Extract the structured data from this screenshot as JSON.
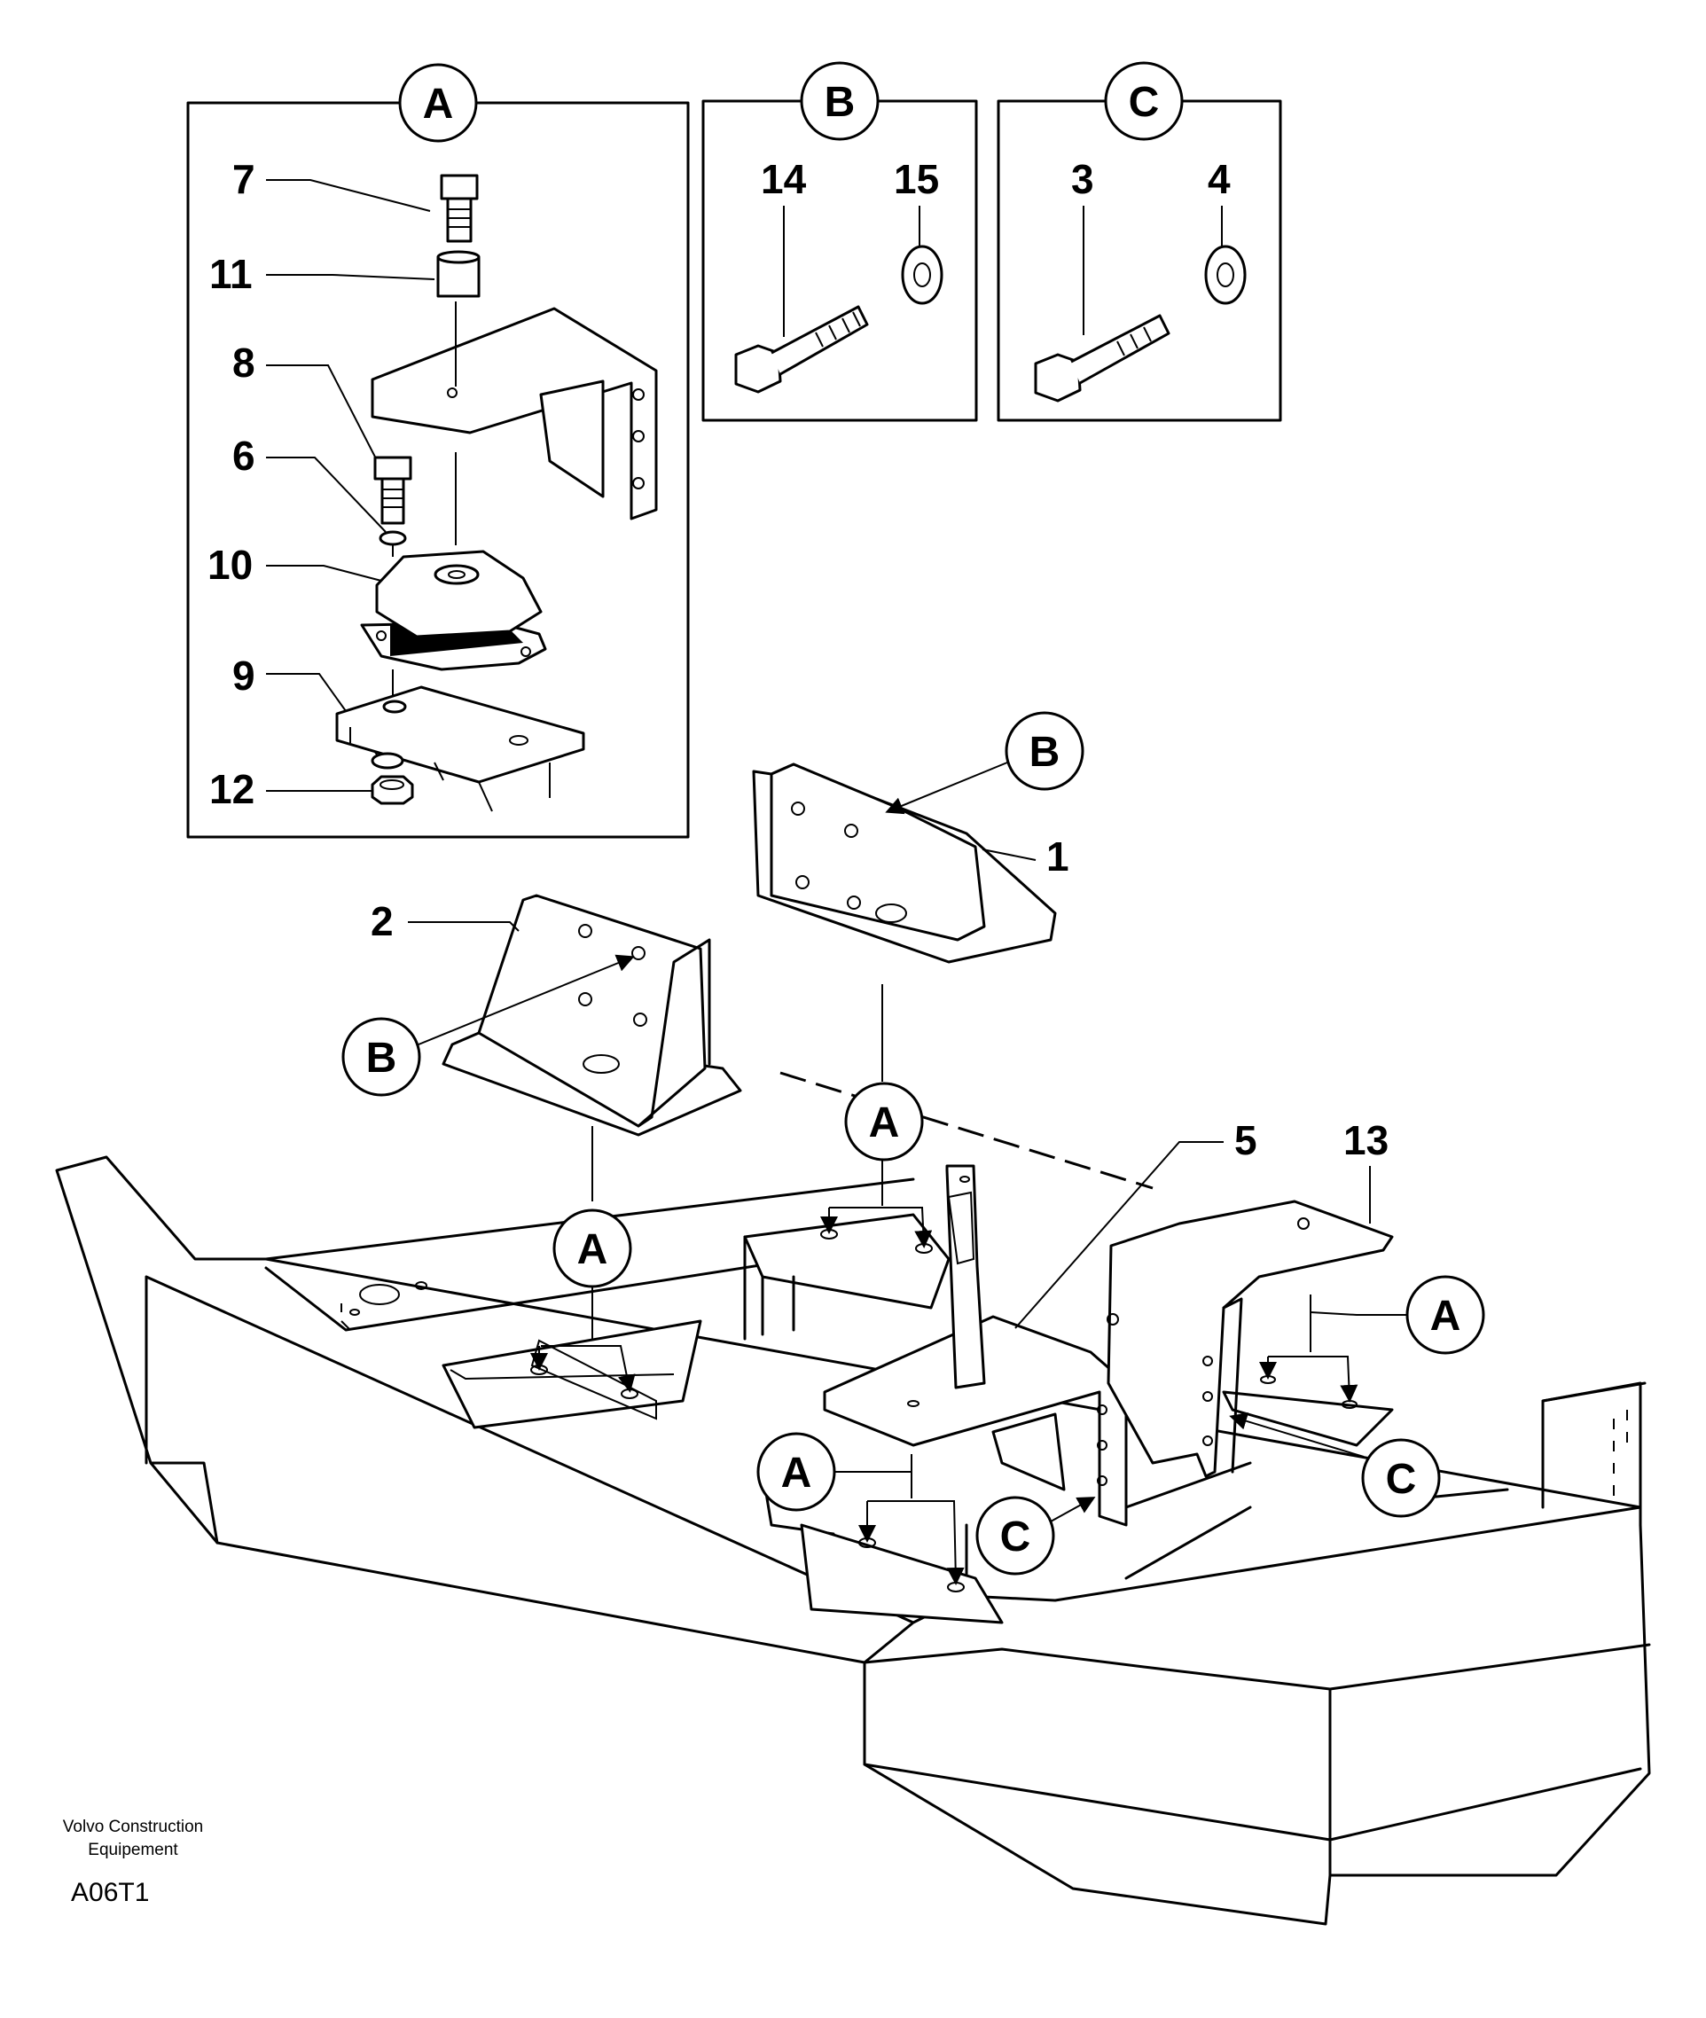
{
  "detail_panels": {
    "a": {
      "letter": "A",
      "items": [
        "7",
        "11",
        "8",
        "6",
        "10",
        "9",
        "12"
      ]
    },
    "b": {
      "letter": "B",
      "items": [
        "14",
        "15"
      ]
    },
    "c": {
      "letter": "C",
      "items": [
        "3",
        "4"
      ]
    }
  },
  "part_callouts": [
    "1",
    "2",
    "5",
    "13"
  ],
  "reference_markers": [
    "B",
    "B",
    "A",
    "A",
    "A",
    "A",
    "C",
    "C"
  ],
  "footer": {
    "manufacturer_line1": "Volvo Construction",
    "manufacturer_line2": "Equipement",
    "drawing_code": "A06T1"
  }
}
